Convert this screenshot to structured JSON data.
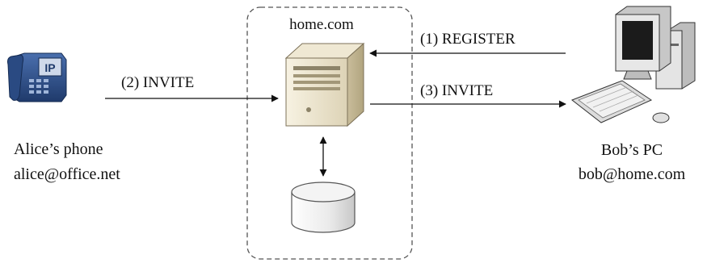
{
  "domain": "home.com",
  "arrows": {
    "register": "(1) REGISTER",
    "invite_in": "(2) INVITE",
    "invite_out": "(3) INVITE"
  },
  "alice": {
    "label": "Alice’s phone",
    "address": "alice@office.net",
    "phone_badge": "IP"
  },
  "bob": {
    "label": "Bob’s PC",
    "address": "bob@home.com"
  },
  "icons": {
    "phone": "ip-phone-icon",
    "server": "server-icon",
    "database": "database-icon",
    "computer": "desktop-pc-icon"
  },
  "colors": {
    "phone_body": "#2e4f86",
    "server_body": "#e9e1cb",
    "pc_body": "#e6e6e6",
    "line": "#111111",
    "box_border": "#555555"
  }
}
